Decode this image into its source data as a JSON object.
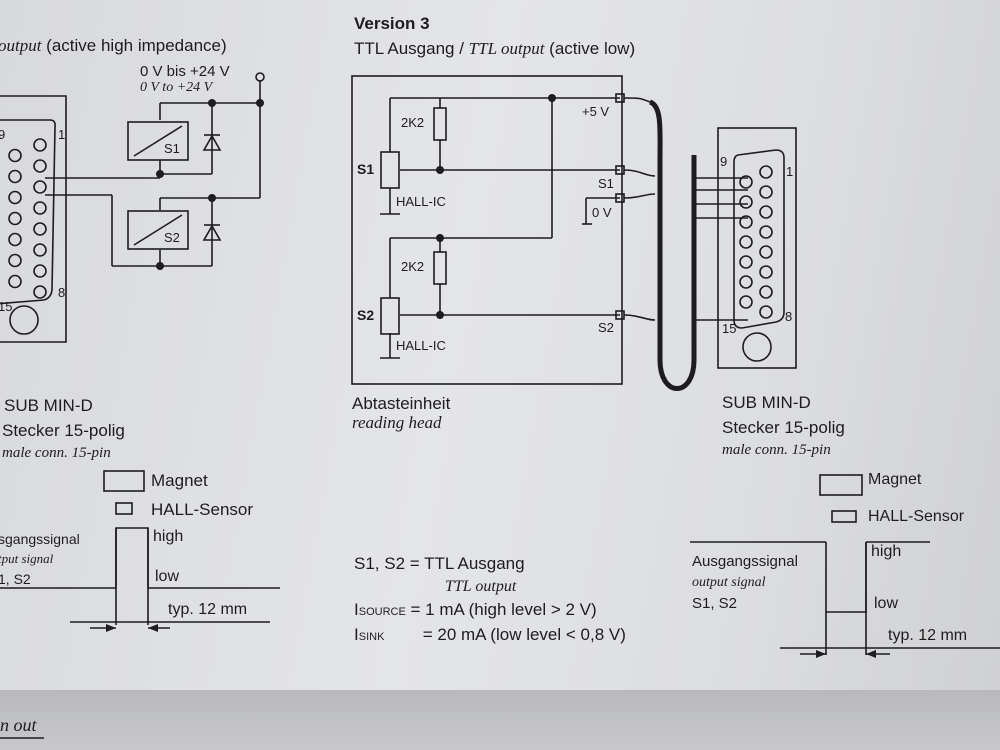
{
  "left": {
    "output_title_italic": "output",
    "output_title_rest": " (active high impedance)",
    "voltage_de": "0 V bis +24 V",
    "voltage_en": "0 V to +24 V",
    "relay_s1": "S1",
    "relay_s2": "S2",
    "pin_9": "9",
    "pin_1": "1",
    "pin_15": "15",
    "pin_8": "8",
    "conn_name": "SUB MIN-D",
    "conn_de": "Stecker 15-polig",
    "conn_en": "male conn. 15-pin",
    "legend_magnet": "Magnet",
    "legend_hall": "HALL-Sensor",
    "sig_de": "sgangssignal",
    "sig_en": "tput signal",
    "sig_ch": "1, S2",
    "high": "high",
    "low": "low",
    "typ": "typ. 12 mm"
  },
  "center": {
    "version": "Version 3",
    "ttl_de": "TTL Ausgang / ",
    "ttl_en": "TTL output",
    "ttl_active": " (active low)",
    "res1": "2K2",
    "res2": "2K2",
    "sensor1": "S1",
    "sensor2": "S2",
    "hall1": "HALL-IC",
    "hall2": "HALL-IC",
    "plus5v": "+5 V",
    "term_s1": "S1",
    "term_0v": "0 V",
    "term_s2": "S2",
    "head_de": "Abtasteinheit",
    "head_en": "reading head",
    "spec_line1": "S1, S2 = TTL Ausgang",
    "spec_line1_en": "TTL output",
    "isource_i": "I",
    "isource_sub": "SOURCE",
    "isource_val": " = 1 mA (high level > 2 V)",
    "isink_i": "I",
    "isink_sub": "SINK",
    "isink_val": "= 20 mA (low level < 0,8 V)"
  },
  "right": {
    "pin_9": "9",
    "pin_1": "1",
    "pin_15": "15",
    "pin_8": "8",
    "conn_name": "SUB MIN-D",
    "conn_de": "Stecker 15-polig",
    "conn_en": "male conn. 15-pin",
    "legend_magnet": "Magnet",
    "legend_hall": "HALL-Sensor",
    "sig_de": "Ausgangssignal",
    "sig_en": "output signal",
    "sig_ch": "S1, S2",
    "high": "high",
    "low": "low",
    "typ": "typ. 12 mm"
  },
  "footer": {
    "corner": "n out"
  }
}
